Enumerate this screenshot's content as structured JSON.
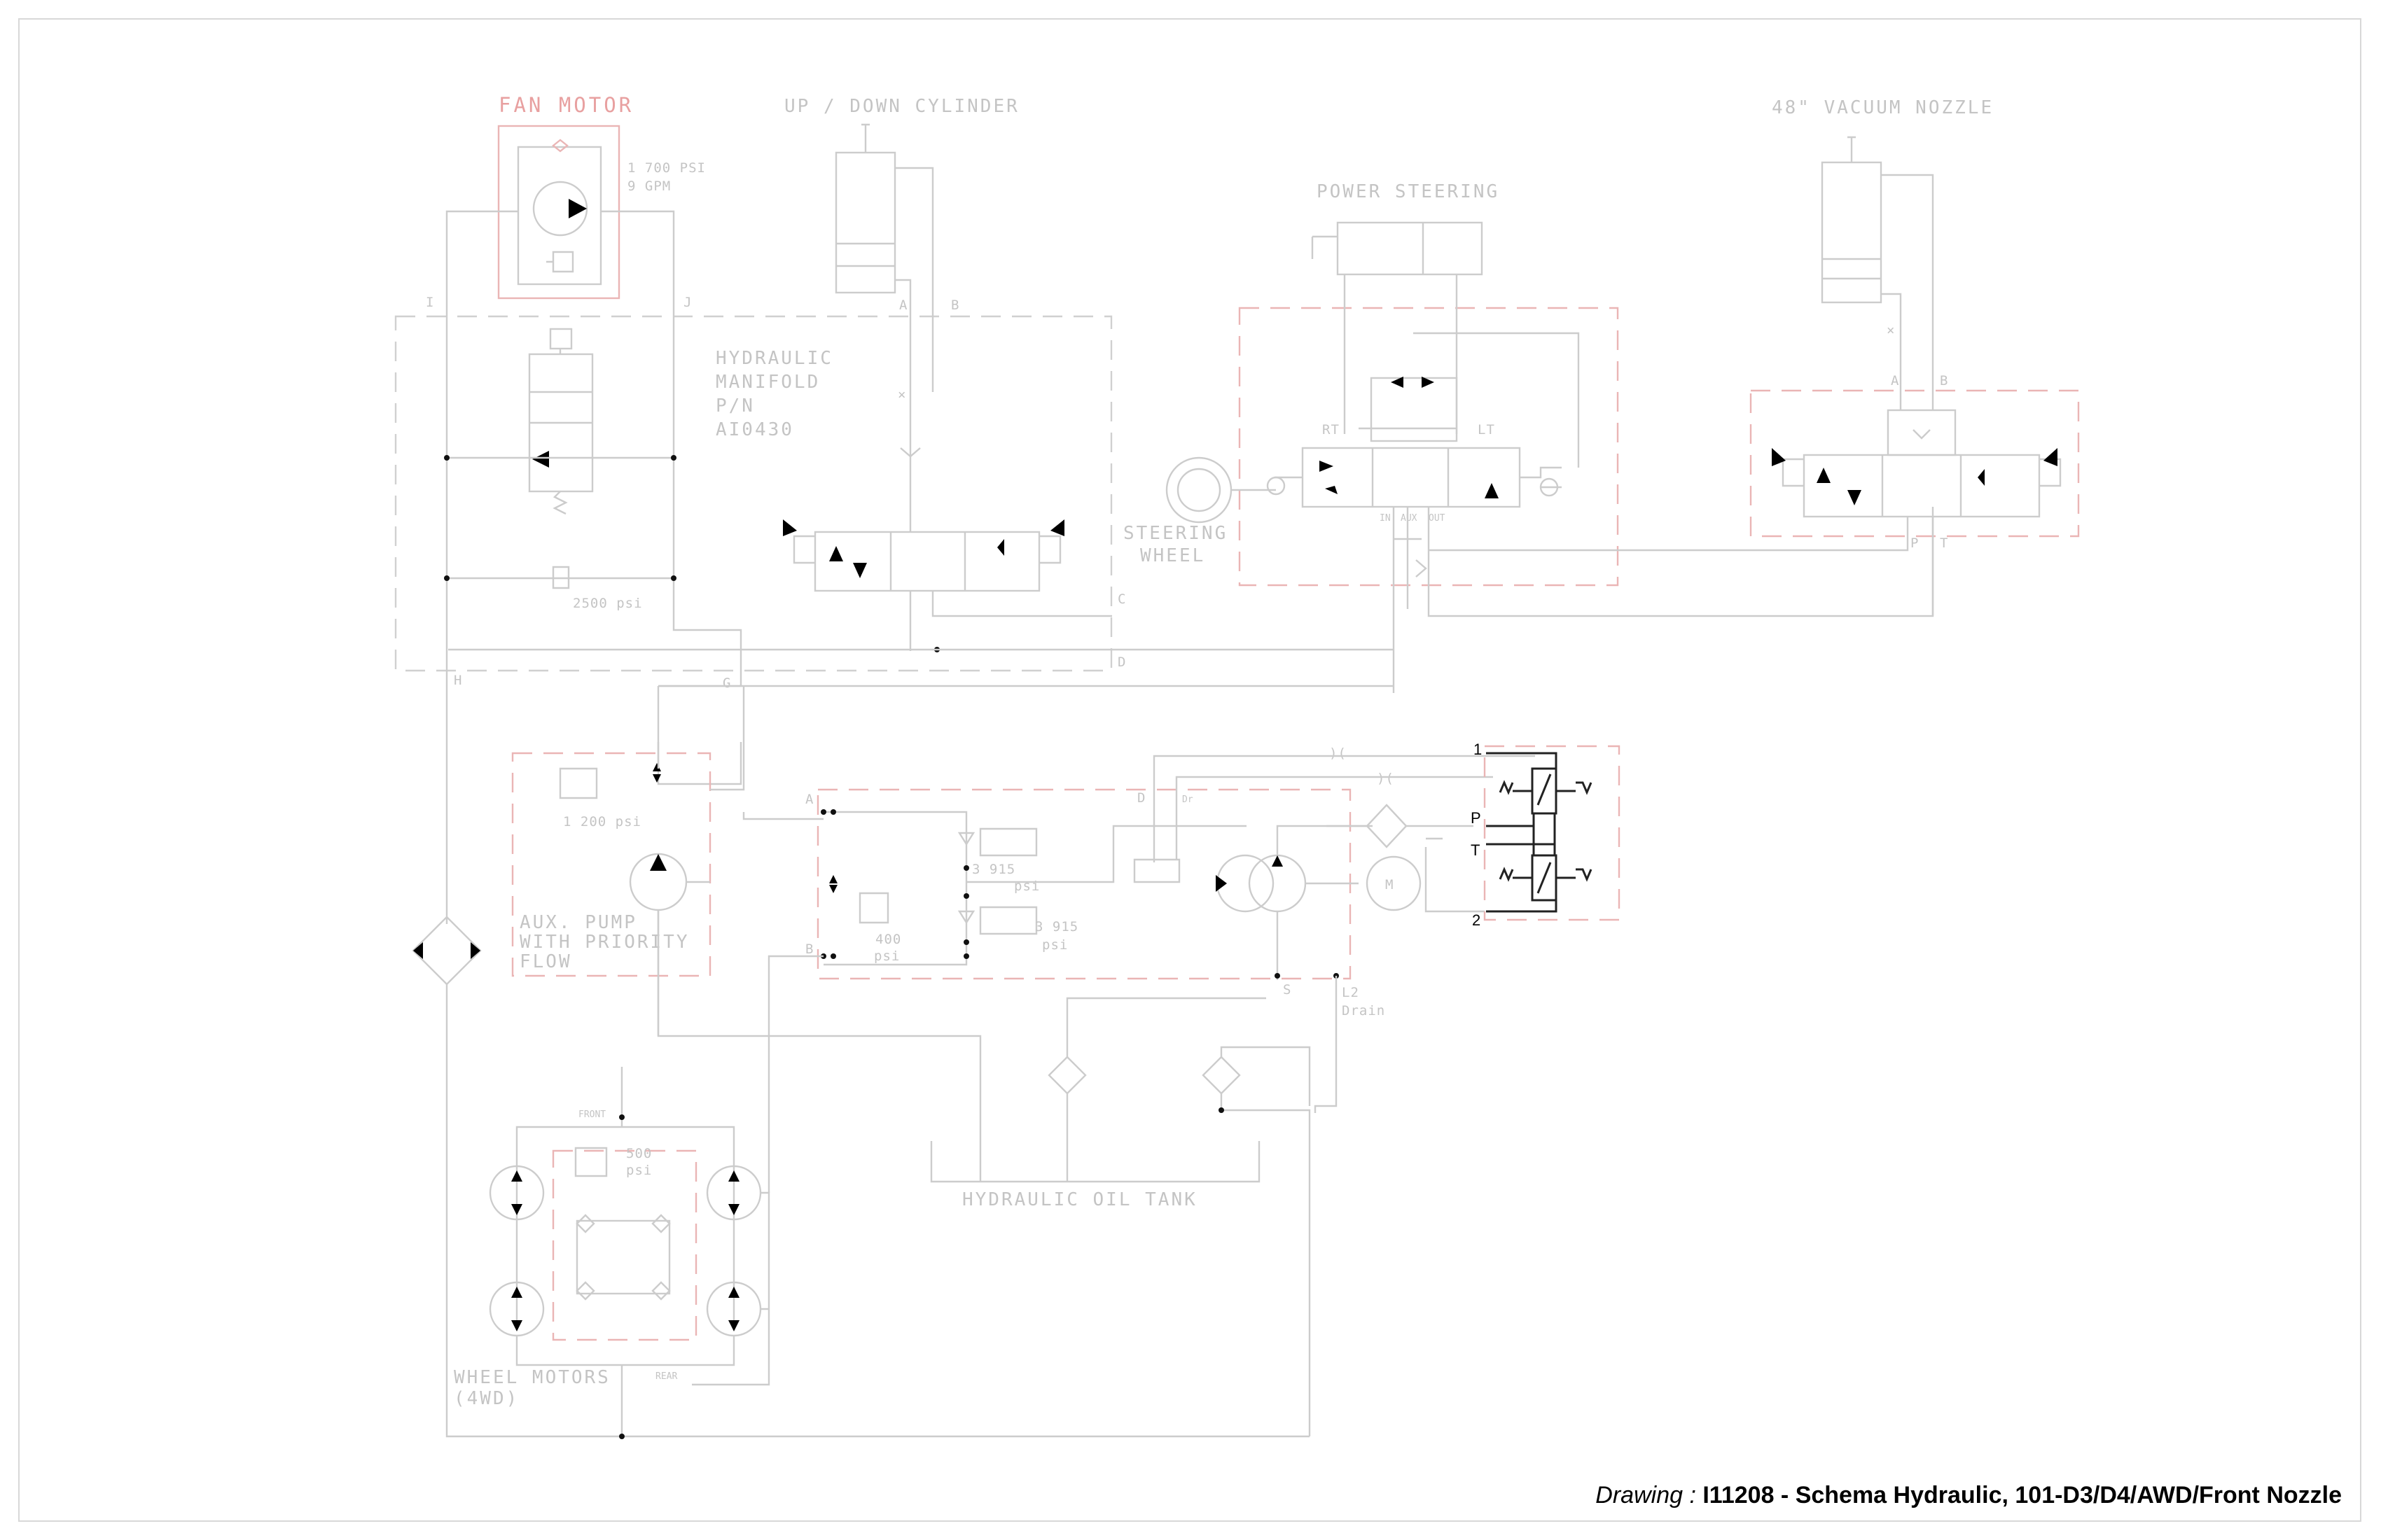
{
  "labels": {
    "fan_motor": "FAN MOTOR",
    "fan_psi": "1 700 PSI",
    "fan_gpm": "9 GPM",
    "updown": "UP / DOWN CYLINDER",
    "power_steering": "POWER STEERING",
    "vacuum_nozzle": "48\" VACUUM NOZZLE",
    "manifold_1": "HYDRAULIC",
    "manifold_2": "MANIFOLD",
    "manifold_3": "P/N",
    "manifold_4": "AI0430",
    "psi_2500": "2500 psi",
    "steering_1": "STEERING",
    "steering_2": "WHEEL",
    "rt": "RT",
    "lt": "LT",
    "psi_1200": "1 200 psi",
    "aux_1": "AUX. PUMP",
    "aux_2": "WITH PRIORITY",
    "aux_3": "FLOW",
    "psi_3915a_1": "3 915",
    "psi_3915a_2": "psi",
    "psi_3915b_1": "3 915",
    "psi_3915b_2": "psi",
    "psi_400_1": "400",
    "psi_400_2": "psi",
    "motor_m": "M",
    "l2": "L2",
    "drain": "Drain",
    "s": "S",
    "tank": "HYDRAULIC OIL TANK",
    "front": "FRONT",
    "psi_500_1": "500",
    "psi_500_2": "psi",
    "rear": "REAR",
    "wheel_1": "WHEEL MOTORS",
    "wheel_2": "(4WD)"
  },
  "ports": {
    "i": "I",
    "j": "J",
    "a1": "A",
    "b1": "B",
    "a2": "A",
    "b2": "B",
    "p1": "P",
    "t1": "T",
    "c": "C",
    "d": "D",
    "h": "H",
    "g": "G",
    "pa": "A",
    "pb": "B",
    "pd": "D",
    "pdr": "Dr",
    "in": "IN",
    "aux": "AUX",
    "out": "OUT"
  },
  "joystick": {
    "p1": "1",
    "p": "P",
    "t": "T",
    "p2": "2"
  },
  "title_block": {
    "prefix": "Drawing : ",
    "value": "I11208 - Schema Hydraulic, 101-D3/D4/AWD/Front Nozzle"
  }
}
